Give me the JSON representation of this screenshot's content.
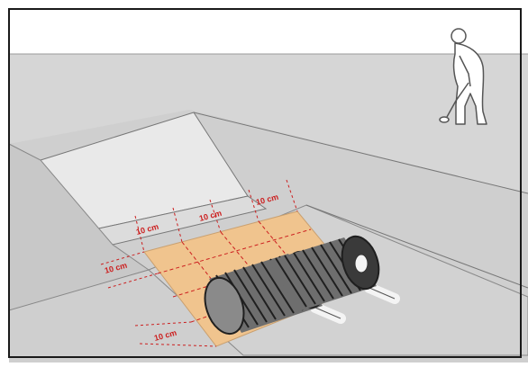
{
  "dimension_labels": [
    "10 cm",
    "10 cm",
    "10 cm",
    "10 cm",
    "10 cm"
  ],
  "colors": {
    "frame": "#1a1a1a",
    "sky": "#ffffff",
    "ground_surface": "#d6d6d6",
    "trench_slope": "#c9c9c9",
    "trench_floor": "#cfcfcf",
    "step_ledge": "#e8e8e8",
    "bedding": "#f0c48e",
    "dimension_red": "#cc1f1f",
    "pipe_gray": "#6e6e6e",
    "pipe_dark": "#1f1f1f",
    "inner_pipe": "#f4f4f4"
  },
  "icons": [
    "person-with-metal-detector-icon",
    "corrugated-pipe-icon"
  ]
}
